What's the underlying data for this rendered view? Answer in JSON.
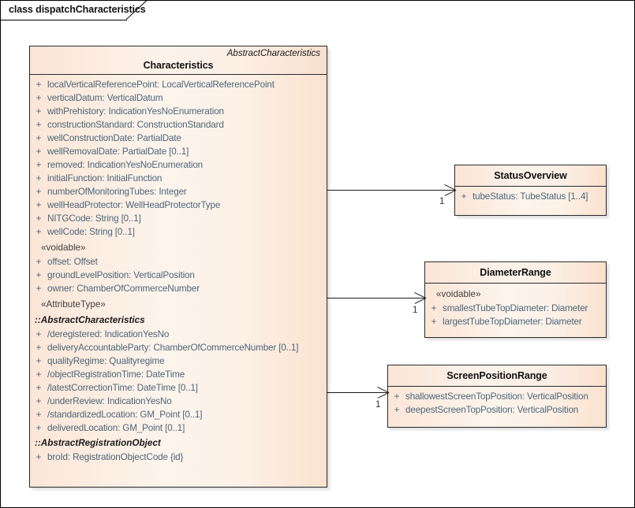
{
  "diagram": {
    "tab_label": "class dispatchCharacteristics"
  },
  "main_class": {
    "stereotype_top": "AbstractCharacteristics",
    "title": "Characteristics",
    "sections": [
      {
        "kind": "attributes",
        "rows": [
          {
            "vis": "+",
            "text": "localVerticalReferencePoint: LocalVerticalReferencePoint"
          },
          {
            "vis": "+",
            "text": "verticalDatum: VerticalDatum"
          },
          {
            "vis": "+",
            "text": "withPrehistory: IndicationYesNoEnumeration"
          },
          {
            "vis": "+",
            "text": "constructionStandard: ConstructionStandard"
          },
          {
            "vis": "+",
            "text": "wellConstructionDate: PartialDate"
          },
          {
            "vis": "+",
            "text": "wellRemovalDate: PartialDate [0..1]"
          },
          {
            "vis": "+",
            "text": "removed: IndicationYesNoEnumeration"
          },
          {
            "vis": "+",
            "text": "initialFunction: InitialFunction"
          },
          {
            "vis": "+",
            "text": "numberOfMonitoringTubes: Integer"
          },
          {
            "vis": "+",
            "text": "wellHeadProtector: WellHeadProtectorType"
          },
          {
            "vis": "+",
            "text": "NITGCode: String [0..1]"
          },
          {
            "vis": "+",
            "text": "wellCode: String [0..1]"
          }
        ]
      },
      {
        "kind": "stereotype",
        "label": "«voidable»",
        "rows": [
          {
            "vis": "+",
            "text": "offset: Offset"
          },
          {
            "vis": "+",
            "text": "groundLevelPosition: VerticalPosition"
          },
          {
            "vis": "+",
            "text": "owner: ChamberOfCommerceNumber"
          }
        ]
      },
      {
        "kind": "stereotype",
        "label": "«AttributeType»",
        "rows": []
      },
      {
        "kind": "group",
        "label": "::AbstractCharacteristics",
        "rows": [
          {
            "vis": "+",
            "text": "/deregistered: IndicationYesNo"
          },
          {
            "vis": "+",
            "text": "deliveryAccountableParty: ChamberOfCommerceNumber [0..1]"
          },
          {
            "vis": "+",
            "text": "qualityRegime: Qualityregime"
          },
          {
            "vis": "+",
            "text": "/objectRegistrationTime: DateTime"
          },
          {
            "vis": "+",
            "text": "/latestCorrectionTime: DateTime [0..1]"
          },
          {
            "vis": "+",
            "text": "/underReview: IndicationYesNo"
          },
          {
            "vis": "+",
            "text": "/standardizedLocation: GM_Point [0..1]"
          },
          {
            "vis": "+",
            "text": "deliveredLocation: GM_Point [0..1]"
          }
        ]
      },
      {
        "kind": "group",
        "label": "::AbstractRegistrationObject",
        "rows": [
          {
            "vis": "+",
            "text": "broId: RegistrationObjectCode {id}"
          }
        ]
      }
    ]
  },
  "related_classes": [
    {
      "id": "status-overview",
      "title": "StatusOverview",
      "stereotype_inner": null,
      "rows": [
        {
          "vis": "+",
          "text": "tubeStatus: TubeStatus [1..4]"
        }
      ]
    },
    {
      "id": "diameter-range",
      "title": "DiameterRange",
      "stereotype_inner": "«voidable»",
      "rows": [
        {
          "vis": "+",
          "text": "smallestTubeTopDiameter: Diameter"
        },
        {
          "vis": "+",
          "text": "largestTubeTopDiameter: Diameter"
        }
      ]
    },
    {
      "id": "screen-position-range",
      "title": "ScreenPositionRange",
      "stereotype_inner": null,
      "rows": [
        {
          "vis": "+",
          "text": "shallowestScreenTopPosition: VerticalPosition"
        },
        {
          "vis": "+",
          "text": "deepestScreenTopPosition: VerticalPosition"
        }
      ]
    }
  ],
  "connectors": [
    {
      "id": "conn-status-overview",
      "multiplicity": "1"
    },
    {
      "id": "conn-diameter-range",
      "multiplicity": "1"
    },
    {
      "id": "conn-screen-position-range",
      "multiplicity": "1"
    }
  ],
  "colors": {
    "class_fill": "#fae5d6",
    "class_border": "#2b2b2b",
    "attribute_text": "#4d6679",
    "title_text": "#111111",
    "connector": "#1a1a1a",
    "canvas": "#ffffff"
  }
}
